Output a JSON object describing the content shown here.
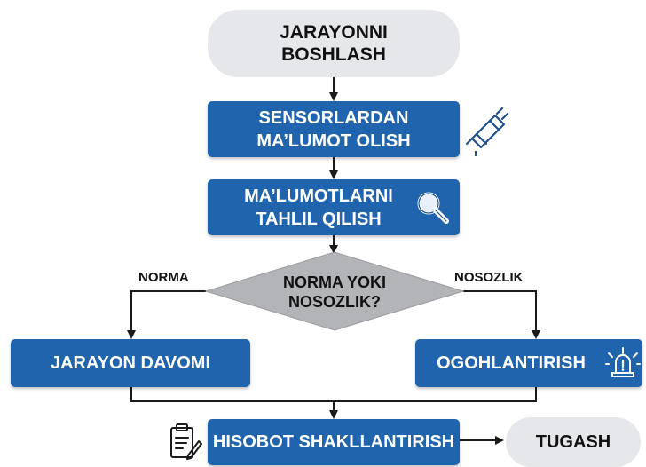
{
  "diagram": {
    "start": {
      "line1": "JARAYONNI",
      "line2": "BOSHLASH"
    },
    "step_sensors": {
      "line1": "SENSORLARDAN",
      "line2": "MA’LUMOT OLISH",
      "icon": "sensor-plug-icon"
    },
    "step_analysis": {
      "line1": "MA’LUMOTLARNI",
      "line2": "TAHLIL QILISH",
      "icon": "magnifier-icon"
    },
    "decision": {
      "line1": "NORMA YOKI",
      "line2": "NOSOZLIK?"
    },
    "branch_left_label": "NORMA",
    "branch_right_label": "NOSOZLIK",
    "step_continue": {
      "label": "JARAYON DAVOMI"
    },
    "step_alert": {
      "label": "OGOHLANTIRISH",
      "icon": "alarm-light-icon"
    },
    "step_report": {
      "label": "HISOBOT SHAKLLANTIRISH",
      "icon": "clipboard-report-icon"
    },
    "end": {
      "label": "TUGASH"
    },
    "colors": {
      "process_fill": "#1f64ad",
      "terminal_fill": "#e6e7ea",
      "decision_fill": "#b3b4b7",
      "arrow": "#1a1a1a"
    }
  }
}
